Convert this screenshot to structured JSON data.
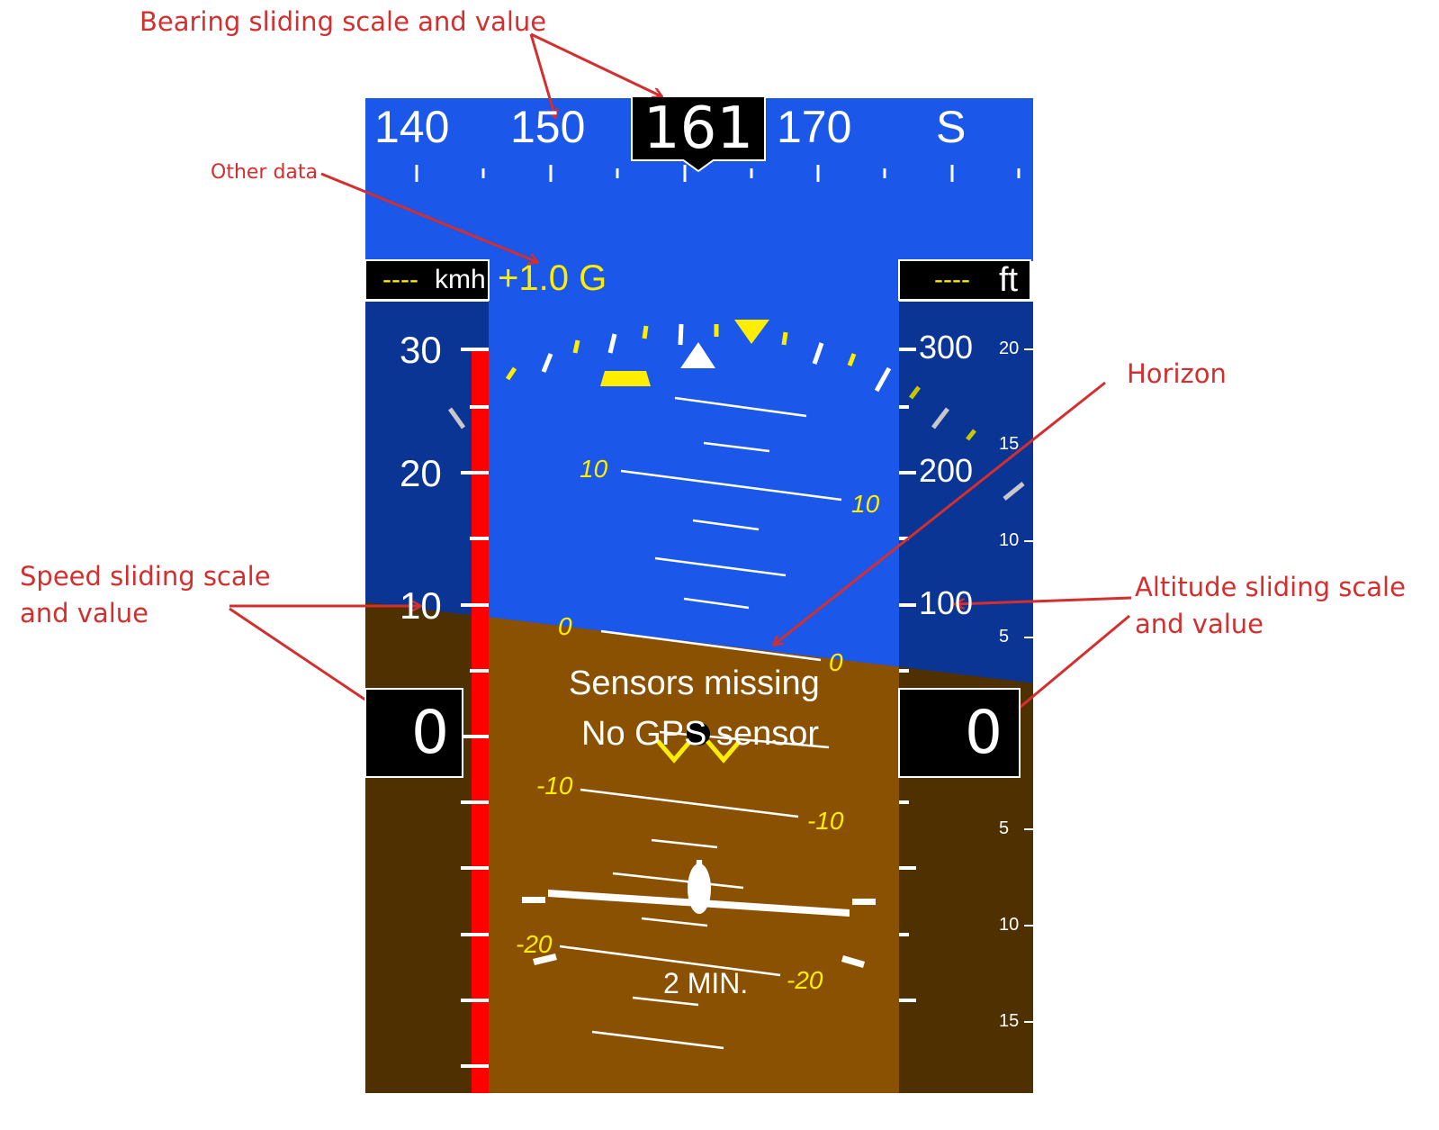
{
  "colors": {
    "sky": "#1b57e8",
    "sky_dark": "#0b3595",
    "ground": "#8a5103",
    "ground_dark": "#4f3001",
    "accent": "#ffee00",
    "overspeed": "#ff0000",
    "annotation": "#d32f2f"
  },
  "heading": {
    "value": "161",
    "scale_labels": [
      "140",
      "150",
      "170",
      "S"
    ]
  },
  "speed": {
    "unit_value": "----",
    "unit": "kmh",
    "value": "0",
    "scale_labels": [
      "30",
      "20",
      "10"
    ]
  },
  "g_load": "+1.0 G",
  "altitude": {
    "unit_value": "----",
    "unit": "ft",
    "value": "0",
    "scale_labels": [
      "300",
      "200",
      "100"
    ]
  },
  "vertical_speed": {
    "labels_up": [
      "20",
      "15",
      "10",
      "5"
    ],
    "labels_down": [
      "5",
      "10",
      "15"
    ]
  },
  "pitch_labels": {
    "p10": "10",
    "p0": "0",
    "m10": "-10",
    "m20": "-20"
  },
  "messages": {
    "line1": "Sensors missing",
    "line2": "No GPS sensor"
  },
  "turn_indicator": "2 MIN.",
  "annotations": {
    "bearing": "Bearing sliding scale and value",
    "other": "Other data",
    "horizon": "Horizon",
    "speed_l1": "Speed sliding scale",
    "speed_l2": "and value",
    "alt_l1": "Altitude sliding scale",
    "alt_l2": "and value"
  }
}
